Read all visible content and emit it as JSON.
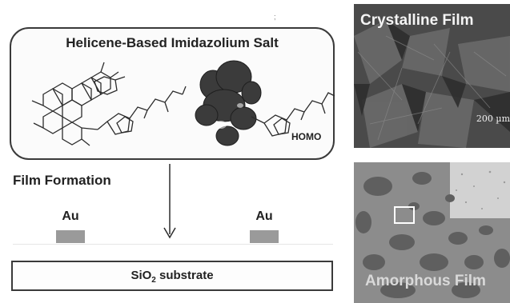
{
  "scheme": {
    "molecule_title": "Helicene-Based Imidazolium Salt",
    "orbital_label": "HOMO",
    "film_formation_label": "Film Formation",
    "electrode_left_label": "Au",
    "electrode_right_label": "Au",
    "substrate_label_prefix": "SiO",
    "substrate_label_subscript": "2",
    "substrate_label_suffix": " substrate",
    "mark": ";"
  },
  "micrographs": {
    "crystalline": {
      "title": "Crystalline Film",
      "scale_bar": "200 µm"
    },
    "amorphous": {
      "title": "Amorphous Film"
    }
  },
  "colors": {
    "outline": "#3a3a3a",
    "orbital_lobe": "#3b3b3b",
    "electrode_pad": "#9a9a9a",
    "crystalline_base": "#4a4a4a",
    "amorphous_base": "#8c8c8c"
  }
}
